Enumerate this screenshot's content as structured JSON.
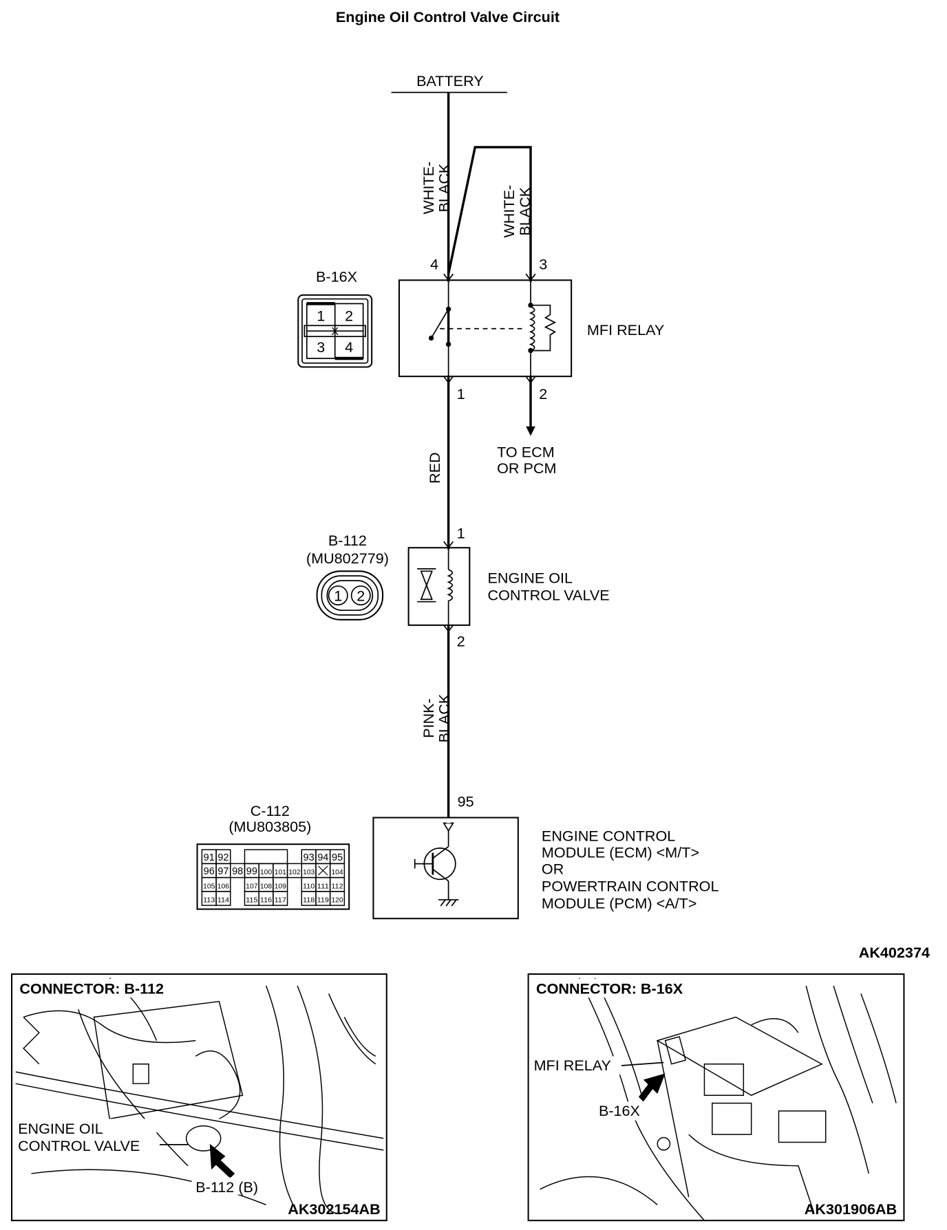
{
  "title": "Engine Oil Control Valve Circuit",
  "battery": "BATTERY",
  "wires": {
    "white_black_1": [
      "WHITE-",
      "BLACK"
    ],
    "white_black_2": [
      "WHITE-",
      "BLACK"
    ],
    "red": "RED",
    "pink_black": [
      "PINK-",
      "BLACK"
    ]
  },
  "relay": {
    "label": "MFI RELAY",
    "connector": "B-16X",
    "pins": {
      "p4": "4",
      "p3": "3",
      "p1": "1",
      "p2": "2"
    },
    "connector_cells": [
      "1",
      "2",
      "3",
      "4"
    ],
    "to_ecm": [
      "TO ECM",
      "OR PCM"
    ]
  },
  "valve": {
    "label": [
      "ENGINE OIL",
      "CONTROL VALVE"
    ],
    "connector": "B-112",
    "part": "(MU802779)",
    "pins": {
      "p1": "1",
      "p2": "2"
    },
    "connector_cells": [
      "1",
      "2"
    ]
  },
  "ecm": {
    "pin": "95",
    "connector": "C-112",
    "part": "(MU803805)",
    "label": [
      "ENGINE CONTROL",
      "MODULE (ECM) <M/T>",
      "OR",
      "POWERTRAIN CONTROL",
      "MODULE (PCM) <A/T>"
    ],
    "grid_rows": [
      [
        [
          "91",
          1
        ],
        [
          "92",
          2
        ],
        [
          "",
          4,
          3
        ],
        [
          "93",
          8
        ],
        [
          "94",
          9
        ],
        [
          "95",
          10
        ]
      ],
      [
        [
          "96",
          1
        ],
        [
          "97",
          2
        ],
        [
          "98",
          3
        ],
        [
          "99",
          4
        ],
        [
          "100",
          5
        ],
        [
          "101",
          6
        ],
        [
          "102",
          7
        ],
        [
          "103",
          8
        ],
        [
          "X",
          9
        ],
        [
          "104",
          10
        ]
      ],
      [
        [
          "105",
          1
        ],
        [
          "106",
          2
        ],
        [
          "107",
          4
        ],
        [
          "108",
          5
        ],
        [
          "109",
          6
        ],
        [
          "110",
          8
        ],
        [
          "111",
          9
        ],
        [
          "112",
          10
        ]
      ],
      [
        [
          "113",
          1
        ],
        [
          "114",
          2
        ],
        [
          "115",
          4
        ],
        [
          "116",
          5
        ],
        [
          "117",
          6
        ],
        [
          "118",
          8
        ],
        [
          "119",
          9
        ],
        [
          "120",
          10
        ]
      ]
    ]
  },
  "figure_code": "AK402374",
  "photo_left": {
    "title": "CONNECTOR: B-112",
    "component": [
      "ENGINE OIL",
      "CONTROL VALVE"
    ],
    "connector": "B-112 (B)",
    "code": "AK302154AB"
  },
  "photo_right": {
    "title": "CONNECTOR: B-16X",
    "component": "MFI RELAY",
    "connector": "B-16X",
    "code": "AK301906AB"
  }
}
